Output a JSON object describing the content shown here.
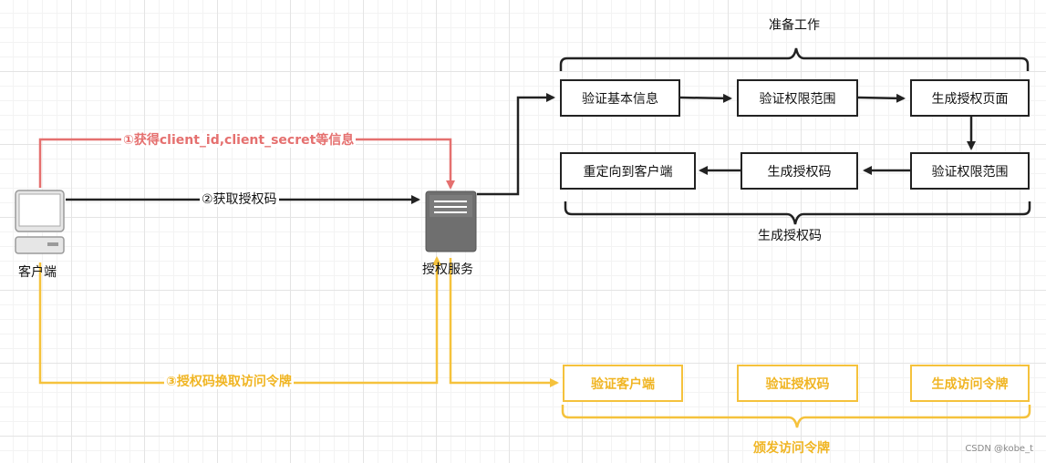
{
  "nodes": {
    "client": "客户端",
    "auth_server": "授权服务",
    "prep": [
      "验证基本信息",
      "验证权限范围",
      "生成授权页面"
    ],
    "code_gen": [
      "验证权限范围",
      "生成授权码",
      "重定向到客户端"
    ],
    "token": [
      "验证客户端",
      "验证授权码",
      "生成访问令牌"
    ]
  },
  "groups": {
    "prep_label": "准备工作",
    "code_label": "生成授权码",
    "token_label": "颁发访问令牌"
  },
  "edges": {
    "step1": "①获得client_id,client_secret等信息",
    "step2": "②获取授权码",
    "step3": "③授权码换取访问令牌"
  },
  "colors": {
    "red": "#e5706f",
    "yellow": "#f5c23c",
    "black": "#222222",
    "server": "#6f6f6f"
  },
  "icons": {
    "client": "computer-icon",
    "server": "server-icon"
  },
  "watermark": "CSDN @kobe_t"
}
